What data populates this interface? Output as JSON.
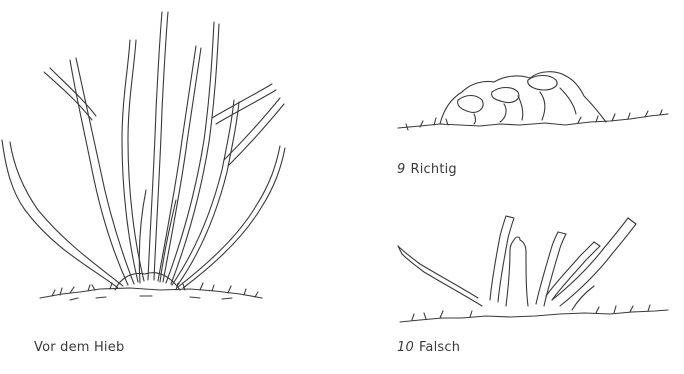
{
  "captions": {
    "before": {
      "text": "Vor dem Hieb"
    },
    "right": {
      "number": "9",
      "text": "Richtig"
    },
    "wrong": {
      "number": "10",
      "text": "Falsch"
    }
  },
  "colors": {
    "ink": "#3a3a3a",
    "background": "#ffffff"
  }
}
